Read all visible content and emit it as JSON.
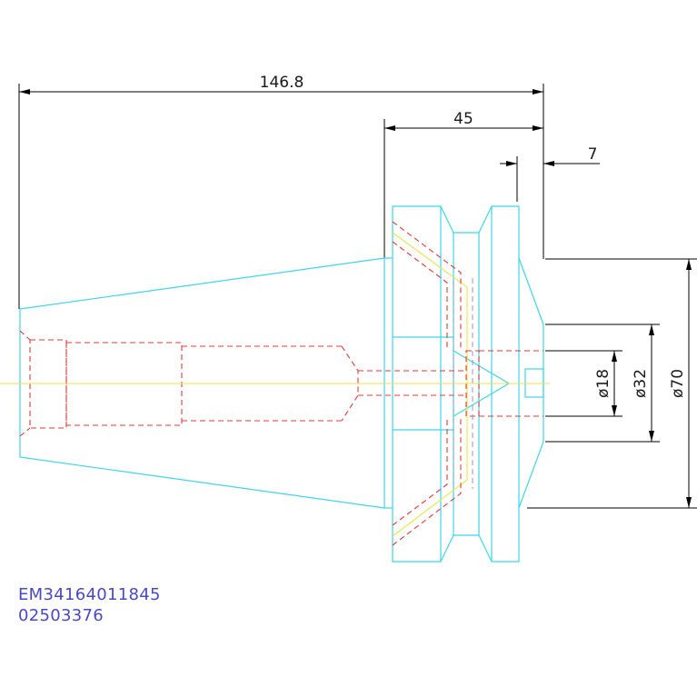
{
  "colors": {
    "outline": "#3fd6e8",
    "hidden": "#e43a3a",
    "centerline": "#f0e24a",
    "dimension": "#000000",
    "code_text": "#4848c8",
    "background": "#ffffff"
  },
  "dimensions": {
    "overall_length": "146.8",
    "flange_length": "45",
    "face_offset": "7",
    "bore_diameter": "ø18",
    "pilot_diameter": "ø32",
    "flange_diameter": "ø70"
  },
  "codes": {
    "part_number": "EM34164011845",
    "serial": "02503376"
  }
}
